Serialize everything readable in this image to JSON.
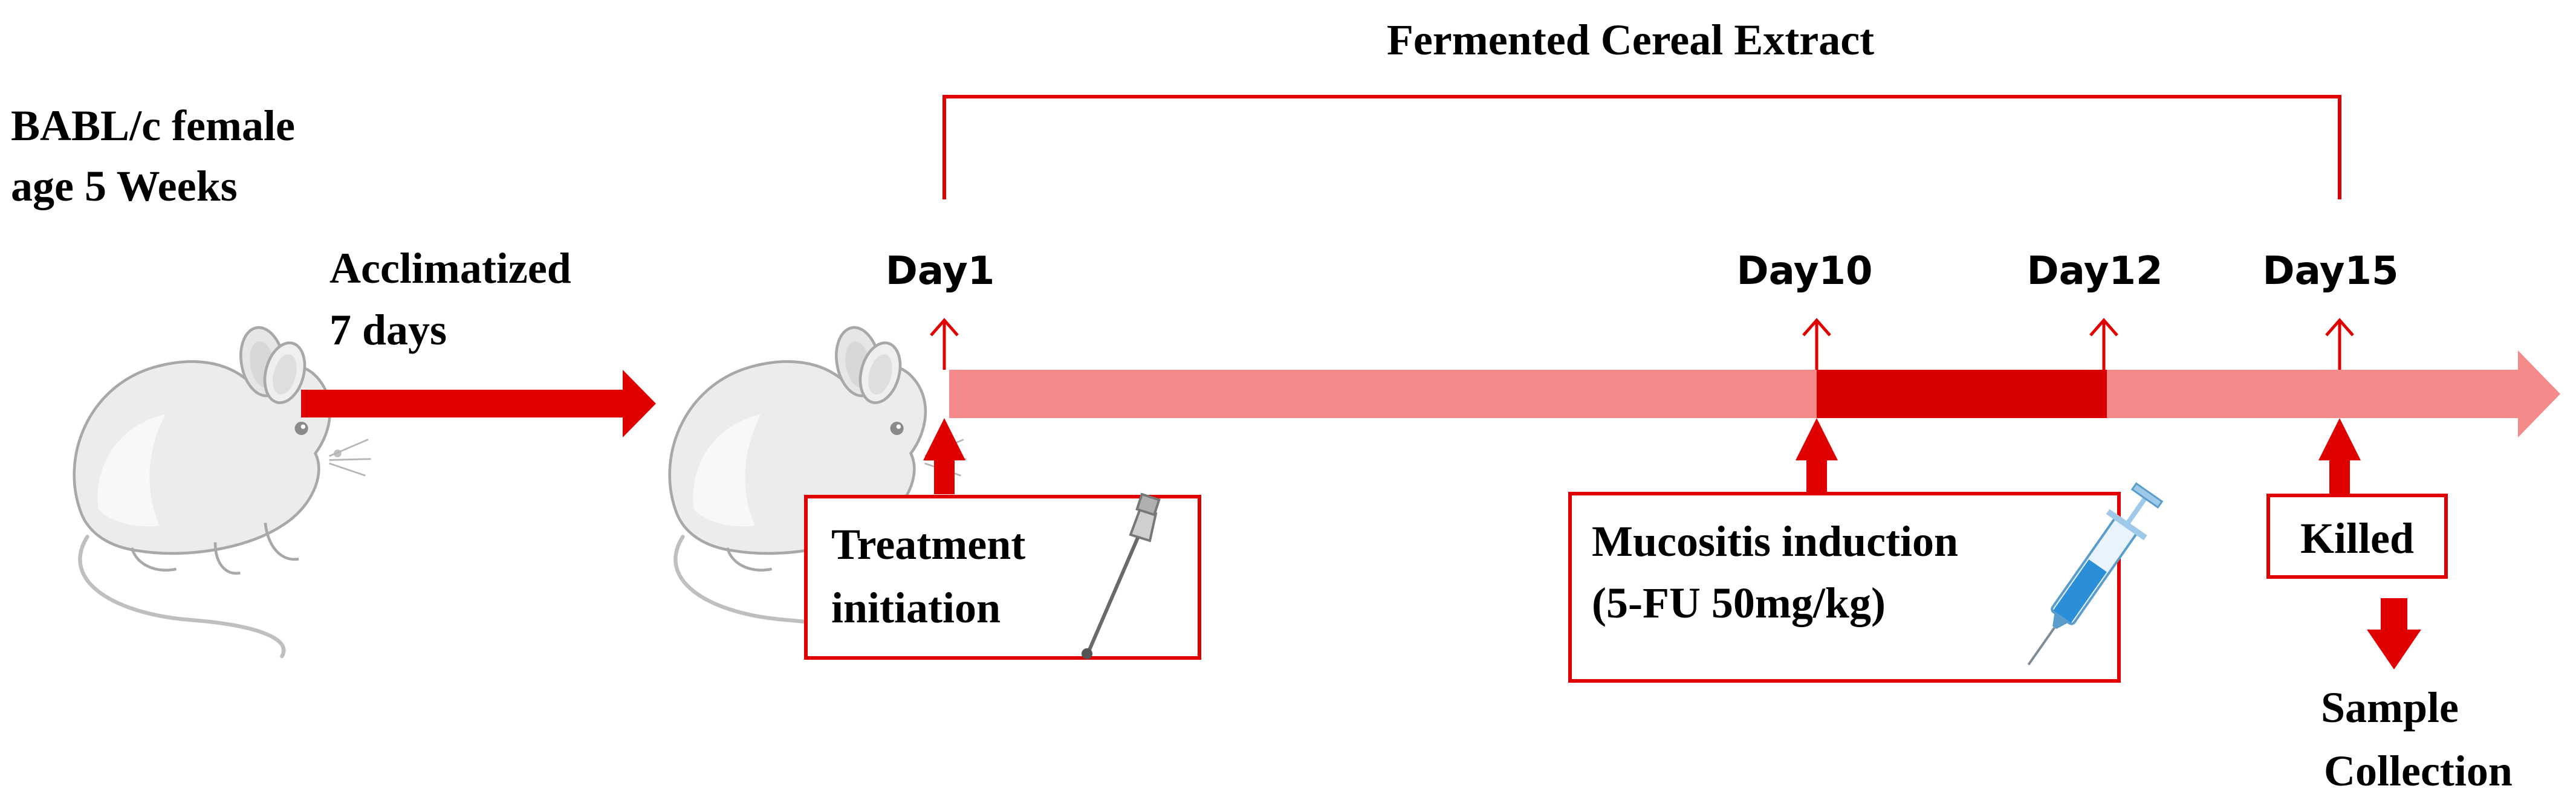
{
  "bracket": {
    "title": "Fermented Cereal Extract"
  },
  "mouse_info": {
    "line1": "BABL/c  female",
    "line2": " age 5 Weeks"
  },
  "acclimatization": {
    "line1": "Acclimatized",
    "line2": " 7 days"
  },
  "days": {
    "day1": "Day1",
    "day10": "Day10",
    "day12": "Day12",
    "day15": "Day15"
  },
  "events": {
    "treatment": {
      "line1": "Treatment",
      "line2": "initiation"
    },
    "mucositis": {
      "line1": "Mucositis induction",
      "line2": "(5-FU 50mg/kg)"
    },
    "killed": "Killed",
    "sample": {
      "line1": "Sample",
      "line2": "Collection"
    }
  },
  "colors": {
    "red": "#e00000",
    "timeline": "#f48a8a",
    "dark_segment": "#d80000",
    "syringe_blue": "#2a8fd8"
  },
  "icons": [
    "mouse-icon",
    "gavage-needle-icon",
    "syringe-icon"
  ]
}
